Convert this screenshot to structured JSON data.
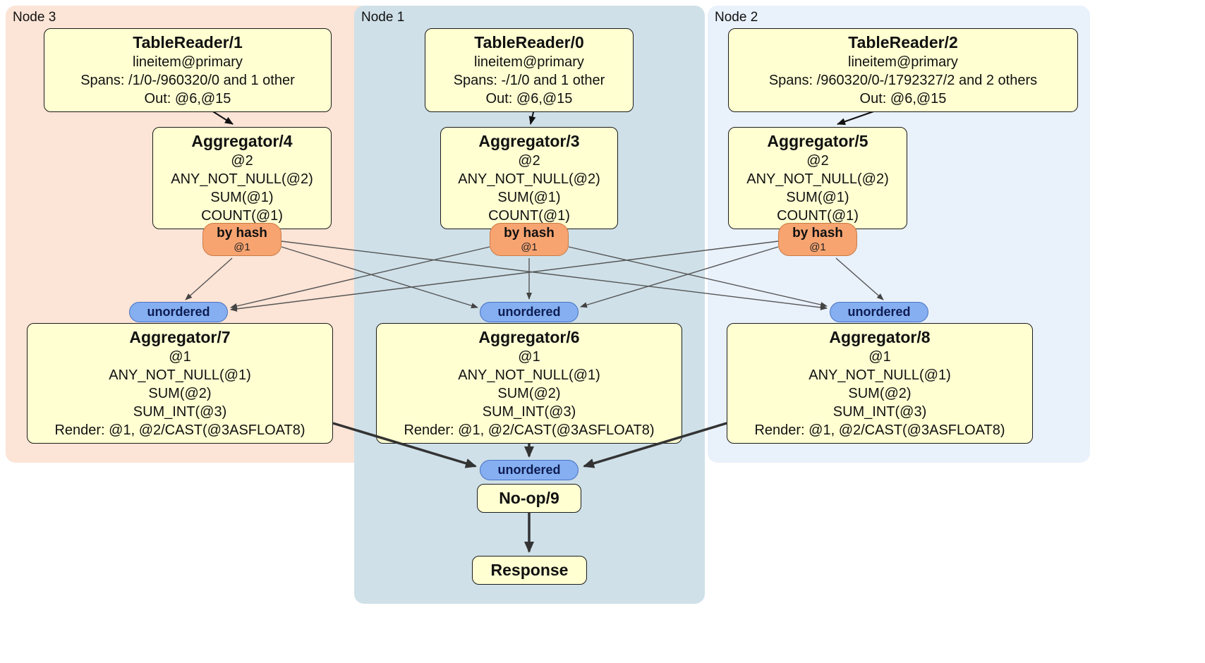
{
  "regions": [
    {
      "label": "Node 3"
    },
    {
      "label": "Node 1"
    },
    {
      "label": "Node 2"
    }
  ],
  "processors": {
    "tablereader1": {
      "title": "TableReader/1",
      "lines": [
        "lineitem@primary",
        "Spans: /1/0-/960320/0 and 1 other",
        "Out: @6,@15"
      ]
    },
    "tablereader0": {
      "title": "TableReader/0",
      "lines": [
        "lineitem@primary",
        "Spans: -/1/0 and 1 other",
        "Out: @6,@15"
      ]
    },
    "tablereader2": {
      "title": "TableReader/2",
      "lines": [
        "lineitem@primary",
        "Spans: /960320/0-/1792327/2 and 2 others",
        "Out: @6,@15"
      ]
    },
    "aggregator4": {
      "title": "Aggregator/4",
      "lines": [
        "@2",
        "ANY_NOT_NULL(@2)",
        "SUM(@1)",
        "COUNT(@1)"
      ]
    },
    "aggregator3": {
      "title": "Aggregator/3",
      "lines": [
        "@2",
        "ANY_NOT_NULL(@2)",
        "SUM(@1)",
        "COUNT(@1)"
      ]
    },
    "aggregator5": {
      "title": "Aggregator/5",
      "lines": [
        "@2",
        "ANY_NOT_NULL(@2)",
        "SUM(@1)",
        "COUNT(@1)"
      ]
    },
    "aggregator7": {
      "title": "Aggregator/7",
      "lines": [
        "@1",
        "ANY_NOT_NULL(@1)",
        "SUM(@2)",
        "SUM_INT(@3)",
        "Render: @1, @2/CAST(@3ASFLOAT8)"
      ]
    },
    "aggregator6": {
      "title": "Aggregator/6",
      "lines": [
        "@1",
        "ANY_NOT_NULL(@1)",
        "SUM(@2)",
        "SUM_INT(@3)",
        "Render: @1, @2/CAST(@3ASFLOAT8)"
      ]
    },
    "aggregator8": {
      "title": "Aggregator/8",
      "lines": [
        "@1",
        "ANY_NOT_NULL(@1)",
        "SUM(@2)",
        "SUM_INT(@3)",
        "Render: @1, @2/CAST(@3ASFLOAT8)"
      ]
    },
    "noop9": {
      "title": "No-op/9"
    },
    "response": {
      "title": "Response"
    }
  },
  "routers": {
    "hash_node3": {
      "label": "by hash",
      "detail": "@1"
    },
    "hash_node1": {
      "label": "by hash",
      "detail": "@1"
    },
    "hash_node2": {
      "label": "by hash",
      "detail": "@1"
    }
  },
  "streams": {
    "unordered_node3": {
      "label": "unordered"
    },
    "unordered_node1": {
      "label": "unordered"
    },
    "unordered_node2": {
      "label": "unordered"
    },
    "unordered_final": {
      "label": "unordered"
    }
  },
  "colors": {
    "node3_bg": "#fce4d6",
    "node1_bg": "#cfe0e8",
    "node2_bg": "#e9f1fb",
    "processor_bg": "#ffffd2",
    "router_bg": "#f8a471",
    "stream_bg": "#85aff1"
  }
}
